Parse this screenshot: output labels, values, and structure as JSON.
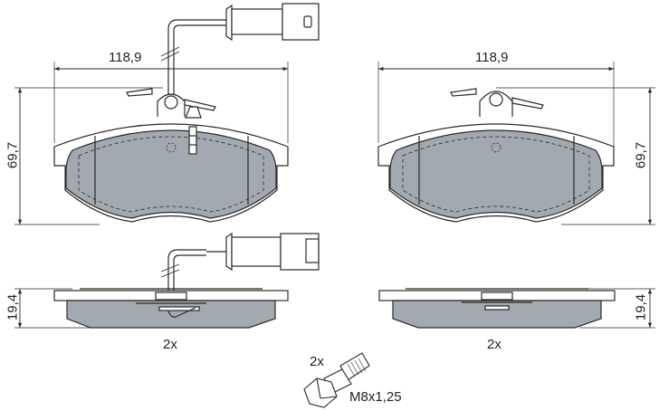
{
  "diagram": {
    "subject": "Brake pad set technical drawing",
    "colors": {
      "pad_fill": "#a3a9b1",
      "line": "#2a2a2a",
      "background": "#ffffff"
    },
    "front_views": [
      {
        "id": "left",
        "width_label": "118,9",
        "height_label": "69,7",
        "has_wear_sensor": true
      },
      {
        "id": "right",
        "width_label": "118,9",
        "height_label": "69,7",
        "has_wear_sensor": false
      }
    ],
    "side_views": [
      {
        "id": "left",
        "thickness_label": "19,4",
        "quantity_label": "2x",
        "has_wear_sensor": true
      },
      {
        "id": "right",
        "thickness_label": "19,4",
        "quantity_label": "2x",
        "has_wear_sensor": false
      }
    ],
    "bolt": {
      "quantity_label": "2x",
      "thread_label": "M8x1,25"
    }
  }
}
